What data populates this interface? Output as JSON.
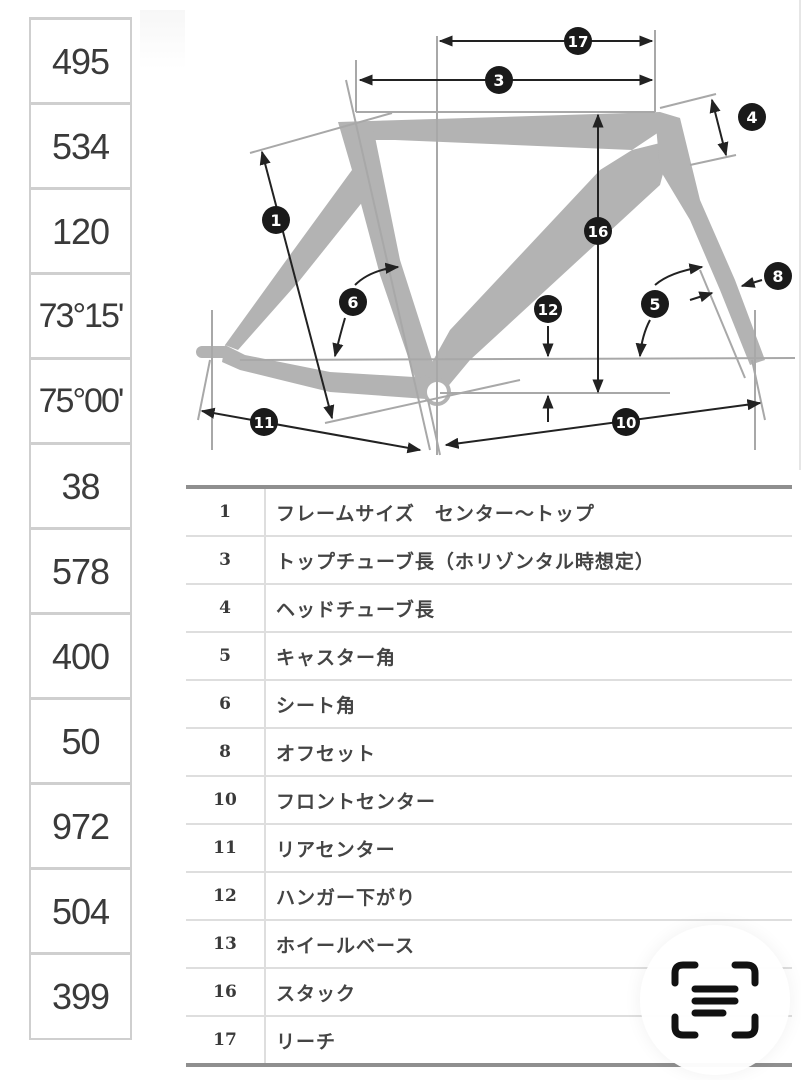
{
  "values_column": {
    "cells": [
      "495",
      "534",
      "120",
      "73°15'",
      "75°00'",
      "38",
      "578",
      "400",
      "50",
      "972",
      "504",
      "399"
    ]
  },
  "diagram": {
    "title": "Bike frame geometry diagram",
    "markers": [
      {
        "id": "1",
        "label": "1"
      },
      {
        "id": "3",
        "label": "3"
      },
      {
        "id": "4",
        "label": "4"
      },
      {
        "id": "5",
        "label": "5"
      },
      {
        "id": "6",
        "label": "6"
      },
      {
        "id": "8",
        "label": "8"
      },
      {
        "id": "10",
        "label": "10"
      },
      {
        "id": "11",
        "label": "11"
      },
      {
        "id": "12",
        "label": "12"
      },
      {
        "id": "16",
        "label": "16"
      },
      {
        "id": "17",
        "label": "17"
      }
    ],
    "frame_color": "#b3b3b3",
    "line_color": "#9a9a9a",
    "marker_color": "#1a1a1a"
  },
  "legend": {
    "rows": [
      {
        "num": "1",
        "label": "フレームサイズ　センター〜トップ"
      },
      {
        "num": "3",
        "label": "トップチューブ長（ホリゾンタル時想定）"
      },
      {
        "num": "4",
        "label": "ヘッドチューブ長"
      },
      {
        "num": "5",
        "label": "キャスター角"
      },
      {
        "num": "6",
        "label": "シート角"
      },
      {
        "num": "8",
        "label": "オフセット"
      },
      {
        "num": "10",
        "label": "フロントセンター"
      },
      {
        "num": "11",
        "label": "リアセンター"
      },
      {
        "num": "12",
        "label": "ハンガー下がり"
      },
      {
        "num": "13",
        "label": "ホイールベース"
      },
      {
        "num": "16",
        "label": "スタック"
      },
      {
        "num": "17",
        "label": "リーチ"
      }
    ]
  },
  "overlay": {
    "scan_button_icon": "text-scan-icon"
  }
}
